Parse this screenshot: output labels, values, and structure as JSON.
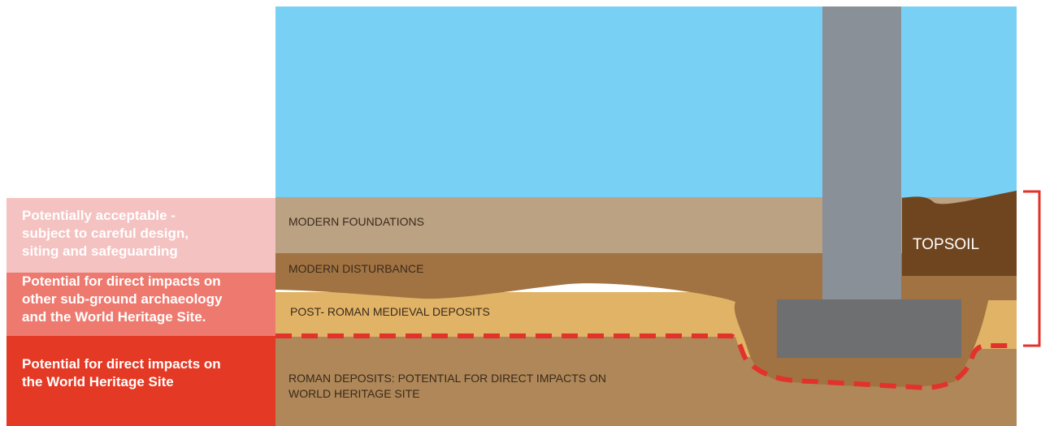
{
  "colors": {
    "sky": "#79d0f5",
    "modern_foundations": "#baa283",
    "modern_disturbance": "#a17342",
    "post_roman": "#e0b366",
    "roman": "#af8758",
    "topsoil": "#6f451f",
    "pile": "#8a9097",
    "pile_cap": "#6e6f71",
    "impact_line": "#e2322b",
    "zone_acceptable": "#f4c2c1",
    "zone_other": "#ee7a6f",
    "zone_whs": "#e43a25"
  },
  "zones": [
    {
      "lines": [
        "Potentially acceptable -",
        "subject to careful design,",
        "siting and safeguarding"
      ]
    },
    {
      "lines": [
        "Potential for direct impacts on",
        "other sub-ground archaeology",
        "and the World Heritage Site."
      ]
    },
    {
      "lines": [
        "Potential for direct impacts on",
        "the World Heritage Site"
      ]
    }
  ],
  "layers": {
    "modern_foundations": "MODERN  FOUNDATIONS",
    "modern_disturbance": "MODERN DISTURBANCE",
    "post_roman": "POST- ROMAN MEDIEVAL DEPOSITS",
    "roman": [
      "ROMAN DEPOSITS: POTENTIAL FOR DIRECT IMPACTS ON",
      "WORLD HERITAGE SITE"
    ]
  },
  "topsoil_label": "TOPSOIL"
}
